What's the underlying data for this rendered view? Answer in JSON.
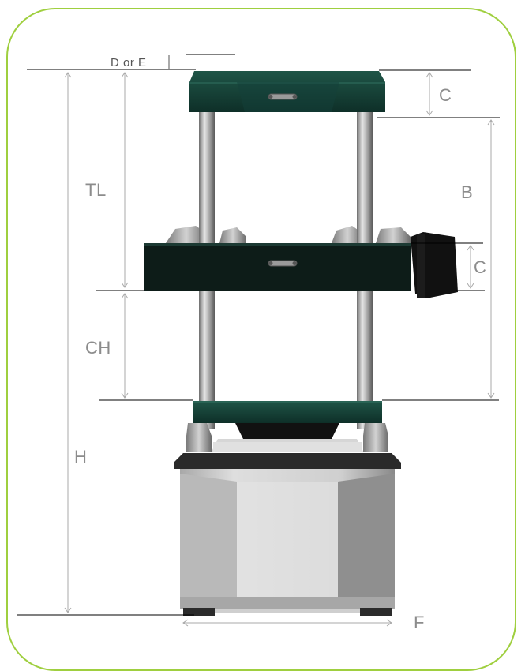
{
  "labels": {
    "d_or_e": "D or E",
    "tl": "TL",
    "ch": "CH",
    "h": "H",
    "c_top": "C",
    "b": "B",
    "c_mid": "C",
    "f": "F"
  },
  "colors": {
    "frame_border": "#9fcf3f",
    "crosshead": "#11362f",
    "crosshead_light": "#1e5145",
    "middle_crosshead": "#0c1a16",
    "column": "#a9a9a9",
    "base_body": "#c8c8c8",
    "base_top": "#2a2a2a",
    "dimension_line": "#000000",
    "label_text": "#8c8c8c"
  }
}
